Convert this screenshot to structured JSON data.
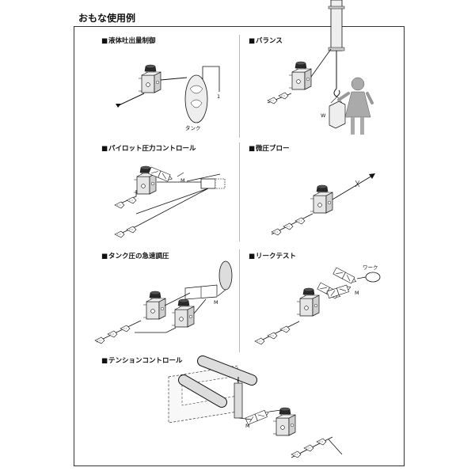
{
  "page": {
    "title": "おもな使用例"
  },
  "panels": [
    {
      "title": "液体吐出量制御",
      "labels": {
        "tank": "タンク",
        "one": "1"
      }
    },
    {
      "title": "バランス",
      "labels": {
        "weight": "W"
      }
    },
    {
      "title": "パイロット圧力コントロール"
    },
    {
      "title": "微圧ブロー"
    },
    {
      "title": "タンク圧の急速調圧"
    },
    {
      "title": "リークテスト",
      "labels": {
        "work": "ワーク"
      }
    },
    {
      "title": "テンションコントロール"
    }
  ],
  "colors": {
    "line": "#111111",
    "body_fill": "#e6e6e6",
    "knob": "#2a2a2a",
    "divider": "#bbbbbb"
  }
}
